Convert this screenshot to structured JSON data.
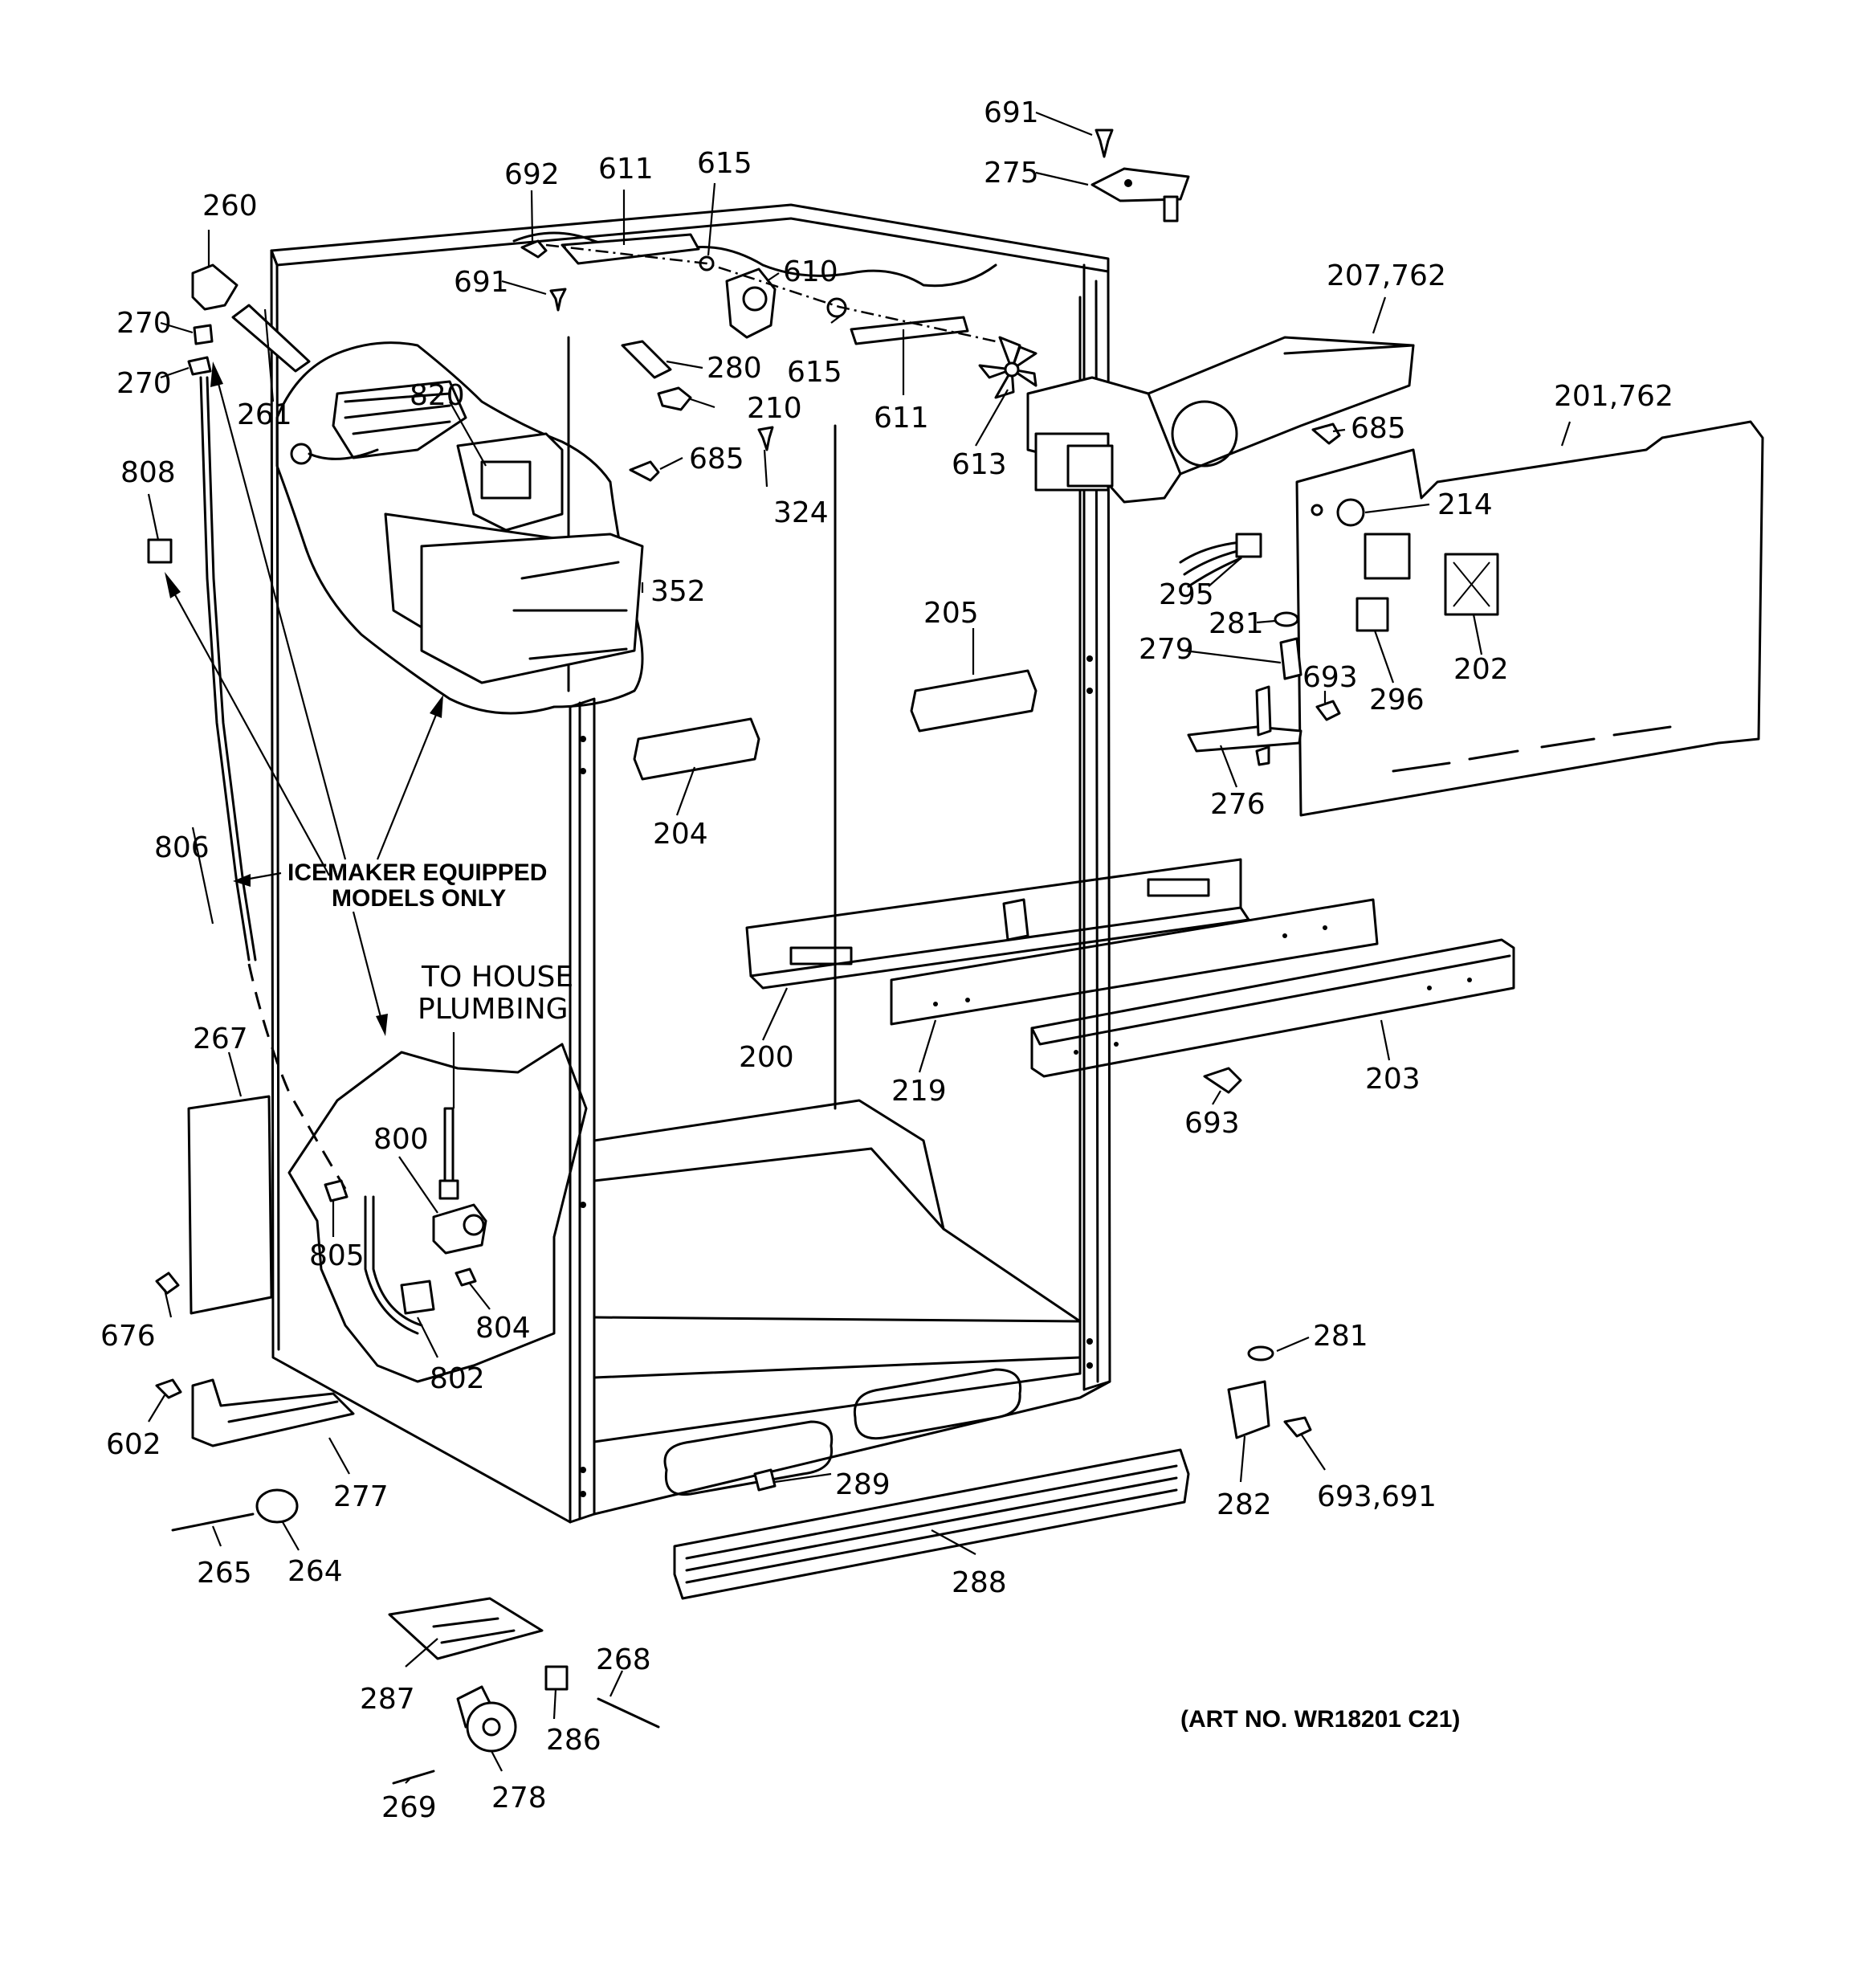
{
  "diagram": {
    "art_number": "(ART NO. WR18201 C21)",
    "notes": {
      "icemaker_line1": "ICEMAKER EQUIPPED",
      "icemaker_line2": "MODELS ONLY",
      "plumbing_line1": "TO HOUSE",
      "plumbing_line2": "PLUMBING"
    },
    "callouts": {
      "c691_top": "691",
      "c275": "275",
      "c692": "692",
      "c611_top": "611",
      "c615_top": "615",
      "c610": "610",
      "c691_mid": "691",
      "c260": "260",
      "c270_a": "270",
      "c270_b": "270",
      "c261": "261",
      "c820": "820",
      "c280": "280",
      "c210": "210",
      "c615_mid": "615",
      "c611_mid": "611",
      "c613": "613",
      "c207": "207,762",
      "c685_left": "685",
      "c685_right": "685",
      "c201": "201,762",
      "c808": "808",
      "c324": "324",
      "c214": "214",
      "c352": "352",
      "c295": "295",
      "c281_top": "281",
      "c279": "279",
      "c693_mid": "693",
      "c296": "296",
      "c202": "202",
      "c205": "205",
      "c204": "204",
      "c276": "276",
      "c806": "806",
      "c200": "200",
      "c219": "219",
      "c203": "203",
      "c267": "267",
      "c800": "800",
      "c693_low": "693",
      "c805": "805",
      "c804": "804",
      "c676": "676",
      "c802": "802",
      "c281_low": "281",
      "c602": "602",
      "c277": "277",
      "c289": "289",
      "c282": "282",
      "c693_691": "693,691",
      "c265": "265",
      "c264": "264",
      "c288": "288",
      "c287": "287",
      "c268": "268",
      "c286": "286",
      "c269": "269",
      "c278": "278"
    }
  }
}
